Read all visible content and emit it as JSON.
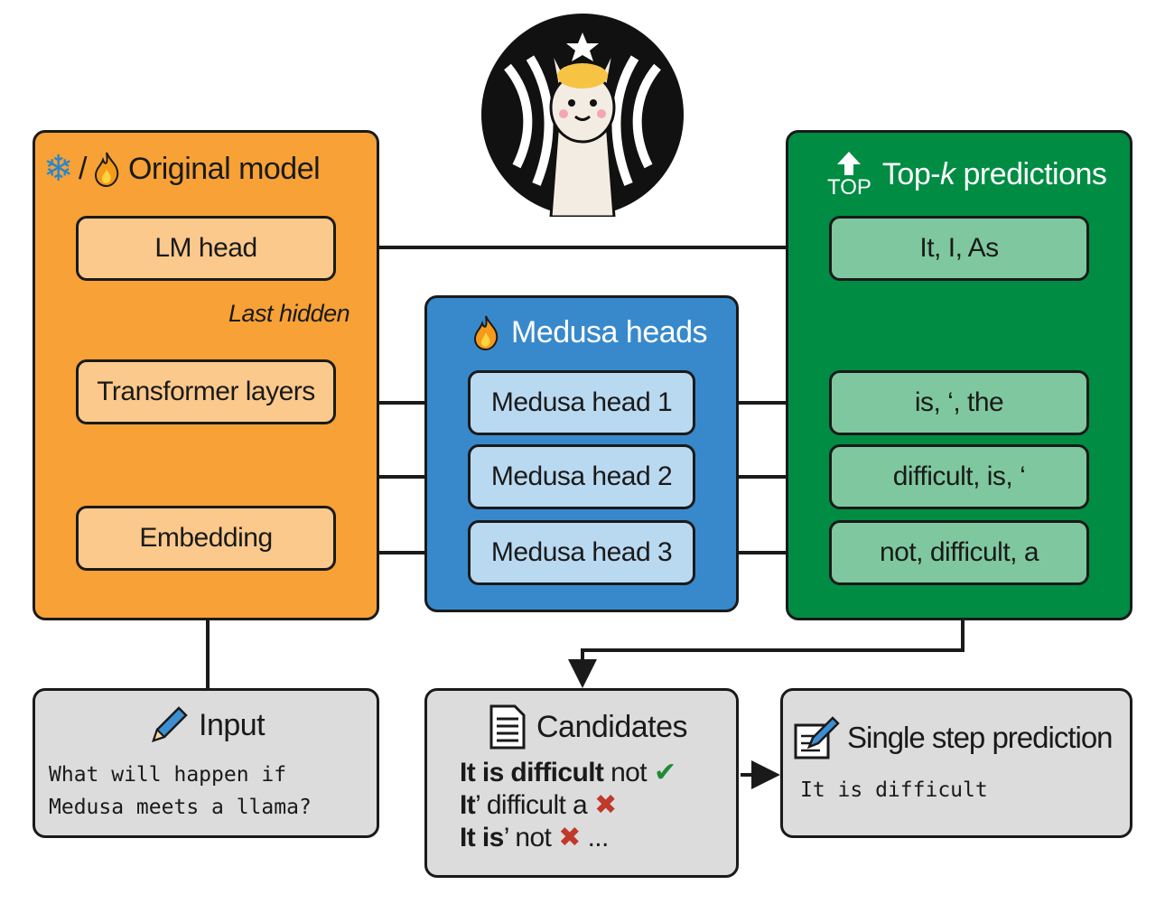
{
  "original_model": {
    "title_separator": "/",
    "title": "Original model",
    "lm_head": "LM head",
    "transformer": "Transformer layers",
    "embedding": "Embedding",
    "last_hidden": "Last hidden"
  },
  "medusa": {
    "title": "Medusa heads",
    "heads": [
      "Medusa head 1",
      "Medusa head 2",
      "Medusa head 3"
    ]
  },
  "topk": {
    "badge": "TOP",
    "title_prefix": "Top-",
    "title_k": "k",
    "title_suffix": " predictions",
    "rows": [
      "It, I, As",
      "is, ‘, the",
      "difficult, is, ‘",
      "not, difficult, a"
    ]
  },
  "input": {
    "title": "Input",
    "text_line1": "What will happen if",
    "text_line2": "Medusa meets a llama?"
  },
  "candidates": {
    "title": "Candidates",
    "rows": [
      {
        "bold": "It is difficult",
        "rest": " not",
        "mark": "✔"
      },
      {
        "bold": "It",
        "rest": "’ difficult a",
        "mark": "✖"
      },
      {
        "bold": "It is",
        "rest": "’ not",
        "mark": "✖",
        "tail": " ..."
      }
    ]
  },
  "single_step": {
    "title": "Single step prediction",
    "text": "It is difficult"
  },
  "colors": {
    "orange": "#f7a136",
    "blue": "#3889cb",
    "green": "#008c43",
    "gray": "#dcdcdc"
  },
  "icons": [
    "snowflake-icon",
    "flame-icon",
    "pencil-icon",
    "document-icon",
    "edit-icon",
    "top-arrow-icon",
    "llama-logo",
    "check-icon",
    "cross-icon"
  ]
}
